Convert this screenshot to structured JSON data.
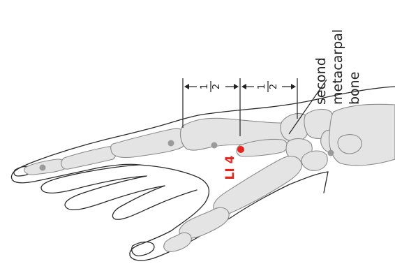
{
  "annotation": {
    "label_line1": "second",
    "label_line2": "metacarpal",
    "label_line3": "bone"
  },
  "measure": {
    "left_segment": {
      "numerator": "1",
      "denominator": "2"
    },
    "right_segment": {
      "numerator": "1",
      "denominator": "2"
    }
  },
  "acupoint": {
    "label": "LI 4",
    "color": "#e8231c"
  },
  "colors": {
    "bone_fill": "#e4e4e4",
    "bone_stroke": "#8a8a8a",
    "joint": "#9a9a9a",
    "skin_outline": "#2a2a2a"
  }
}
